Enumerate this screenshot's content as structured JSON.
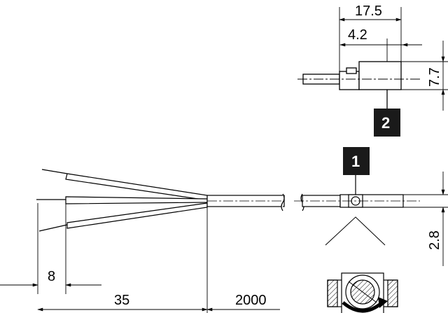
{
  "dimensions": {
    "top_width": "17.5",
    "top_offset": "4.2",
    "top_height": "7.7",
    "cable_length": "2000",
    "cable_strip": "35",
    "wire_strip": "8",
    "sensor_height": "2.8"
  },
  "callouts": {
    "sensor_view": "1",
    "top_view": "2"
  }
}
